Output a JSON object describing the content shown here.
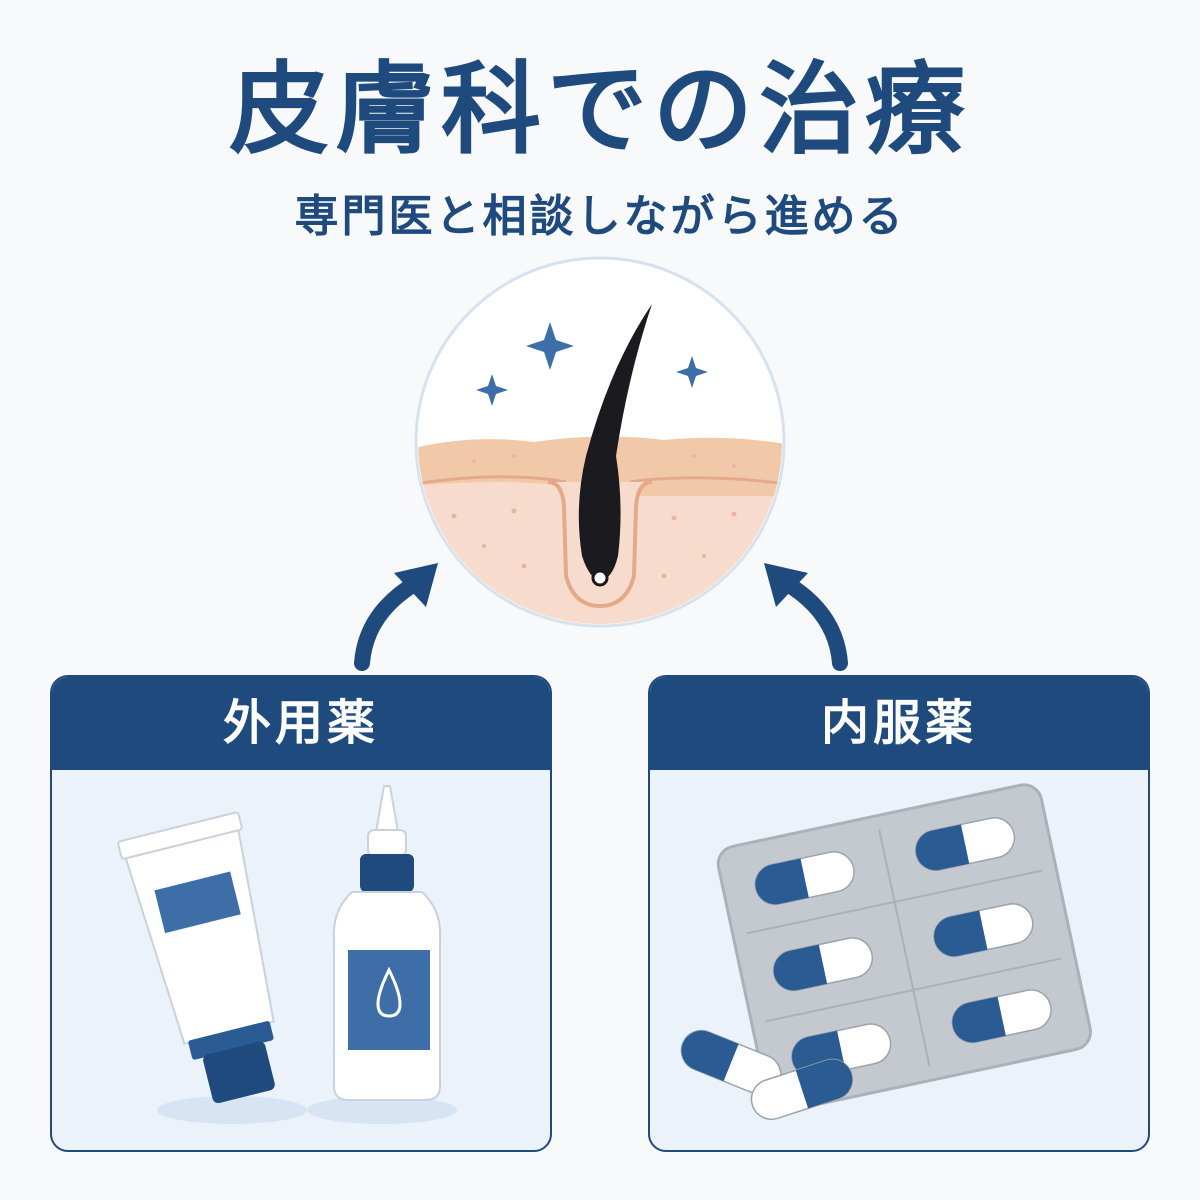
{
  "header": {
    "title": "皮膚科での治療",
    "subtitle": "専門医と相談しながら進める"
  },
  "cards": [
    {
      "label": "外用薬",
      "illustration": "cream-tube-and-dropper-bottle"
    },
    {
      "label": "内服薬",
      "illustration": "capsule-blister-pack"
    }
  ],
  "center": {
    "illustration": "hair-follicle-cross-section"
  },
  "colors": {
    "navy": "#1e4a7e",
    "accent_blue": "#3e6ea8",
    "skin": "#f6d8c7",
    "skin_top": "#f0c7a6",
    "card_bg": "#ebf2fa",
    "page_bg": "#f8f9fb"
  }
}
